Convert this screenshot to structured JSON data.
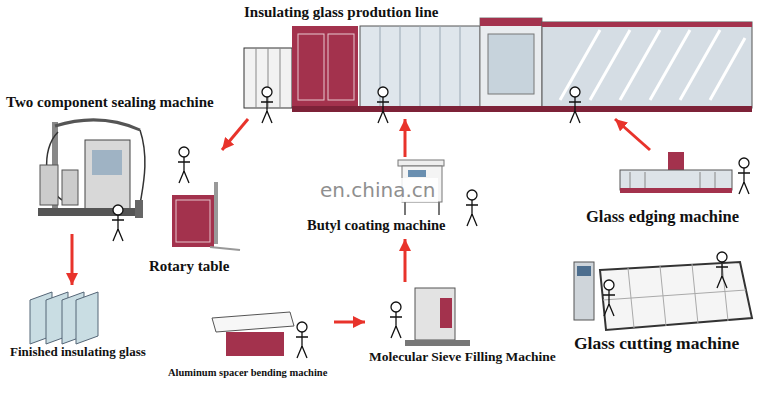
{
  "diagram": {
    "nodes": [
      {
        "text": [
          "Insulating glass prodution line"
        ]
      },
      {
        "text": [
          "Two component sealing machine"
        ]
      },
      {
        "text": [
          "Rotary table"
        ]
      },
      {
        "text": [
          "Butyl coating machine"
        ]
      },
      {
        "text": [
          "Glass edging machine"
        ]
      },
      {
        "text": [
          "Molecular Sieve Filling Machine"
        ]
      },
      {
        "text": [
          "Glass cutting machine"
        ]
      },
      {
        "text": [
          "Aluminum spacer bending machine"
        ]
      },
      {
        "text": [
          "Finished insulating glass"
        ]
      }
    ],
    "edges": [
      {
        "from": 0,
        "to": 1,
        "arrow": "to"
      },
      {
        "from": 1,
        "to": 8,
        "arrow": "to"
      },
      {
        "from": 7,
        "to": 5,
        "arrow": "to"
      },
      {
        "from": 5,
        "to": 3,
        "arrow": "to"
      },
      {
        "from": 3,
        "to": 0,
        "arrow": "to"
      },
      {
        "from": 4,
        "to": 0,
        "arrow": "to"
      }
    ],
    "labels": [
      "en.china.cn"
    ]
  }
}
